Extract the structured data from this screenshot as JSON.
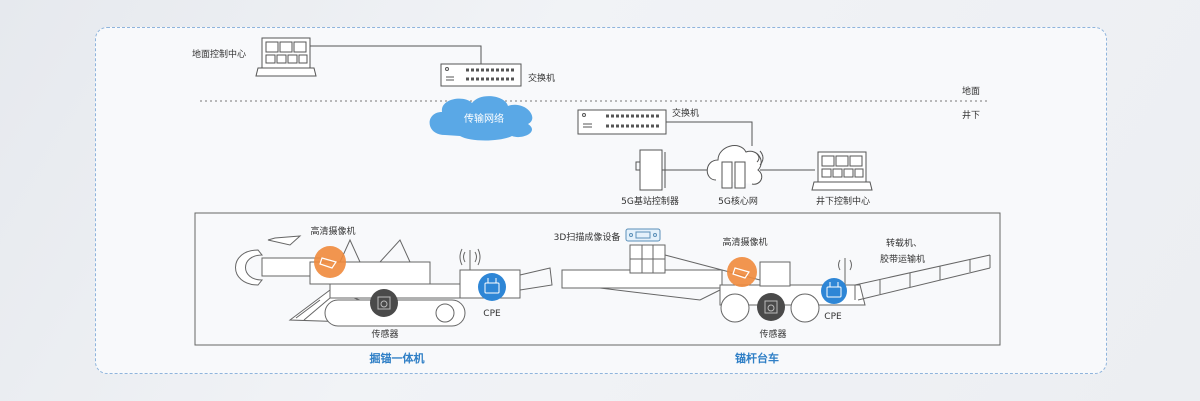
{
  "surface": {
    "control_center": "地面控制中心",
    "switch": "交换机",
    "zone_label": "地面"
  },
  "network": {
    "cloud_label": "传输网络"
  },
  "underground": {
    "zone_label": "井下",
    "switch": "交换机",
    "base_station_controller": "5G基站控制器",
    "core_network": "5G核心网",
    "control_center": "井下控制中心"
  },
  "machines": [
    {
      "name": "掘锚一体机",
      "camera": "高清摄像机",
      "sensor": "传感器",
      "cpe": "CPE"
    },
    {
      "name": "锚杆台车",
      "scanner": "3D扫描成像设备",
      "camera": "高清摄像机",
      "sensor": "传感器",
      "cpe": "CPE",
      "conveyor_line1": "转载机、",
      "conveyor_line2": "胶带运输机"
    }
  ],
  "colors": {
    "camera": "#f08a3c",
    "sensor": "#4a4a4a",
    "cpe": "#2e86d6",
    "cloud": "#5aa8e6",
    "caption": "#2f7fc6"
  }
}
